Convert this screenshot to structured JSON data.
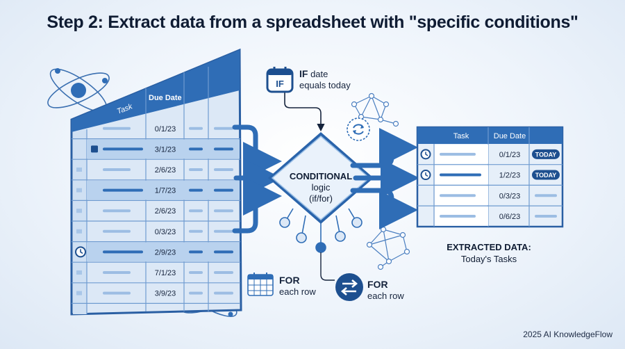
{
  "title": "Step 2: Extract data from a spreadsheet with \"specific conditions\"",
  "source_sheet": {
    "headers": {
      "task": "Task",
      "due_date": "Due Date"
    },
    "rows": [
      {
        "date": "0/1/23",
        "style": "plain",
        "highlight": false,
        "marker": "none"
      },
      {
        "date": "3/1/23",
        "style": "dark",
        "highlight": true,
        "marker": "box"
      },
      {
        "date": "2/6/23",
        "style": "plain",
        "highlight": false,
        "marker": "none"
      },
      {
        "date": "1/7/23",
        "style": "dark",
        "highlight": true,
        "marker": "none"
      },
      {
        "date": "2/6/23",
        "style": "plain",
        "highlight": false,
        "marker": "none"
      },
      {
        "date": "0/3/23",
        "style": "plain",
        "highlight": false,
        "marker": "none"
      },
      {
        "date": "2/9/23",
        "style": "dark",
        "highlight": true,
        "marker": "clock"
      },
      {
        "date": "7/1/23",
        "style": "plain",
        "highlight": false,
        "marker": "none"
      },
      {
        "date": "3/9/23",
        "style": "plain",
        "highlight": false,
        "marker": "none"
      }
    ]
  },
  "if_block": {
    "keyword": "IF",
    "line1": "date",
    "line2": "equals today",
    "icon": "calendar-if-icon"
  },
  "conditional": {
    "line1": "CONDITIONAL",
    "line2": "logic",
    "line3": "(if/for)"
  },
  "for_left": {
    "keyword": "FOR",
    "line2": "each row",
    "icon": "calendar-grid-icon"
  },
  "for_right": {
    "keyword": "FOR",
    "line2": "each row",
    "icon": "swap-arrows-icon"
  },
  "output_table": {
    "headers": {
      "task": "Task",
      "due_date": "Due Date"
    },
    "rows": [
      {
        "date": "0/1/23",
        "badge": "TODAY",
        "icon": "clock-icon",
        "style": "plain"
      },
      {
        "date": "1/2/23",
        "badge": "TODAY",
        "icon": "clock-icon",
        "style": "dark"
      },
      {
        "date": "0/3/23",
        "badge": "",
        "icon": "",
        "style": "plain"
      },
      {
        "date": "0/6/23",
        "badge": "",
        "icon": "",
        "style": "plain"
      }
    ]
  },
  "extracted": {
    "title": "EXTRACTED DATA:",
    "subtitle": "Today's Tasks"
  },
  "footer": "2025 AI KnowledgeFlow",
  "colors": {
    "primary": "#2f6db6",
    "dark": "#1d4f8f",
    "light_fill": "#cfe0f3",
    "highlight_row": "#b9d2ee",
    "text": "#0f1c33"
  }
}
